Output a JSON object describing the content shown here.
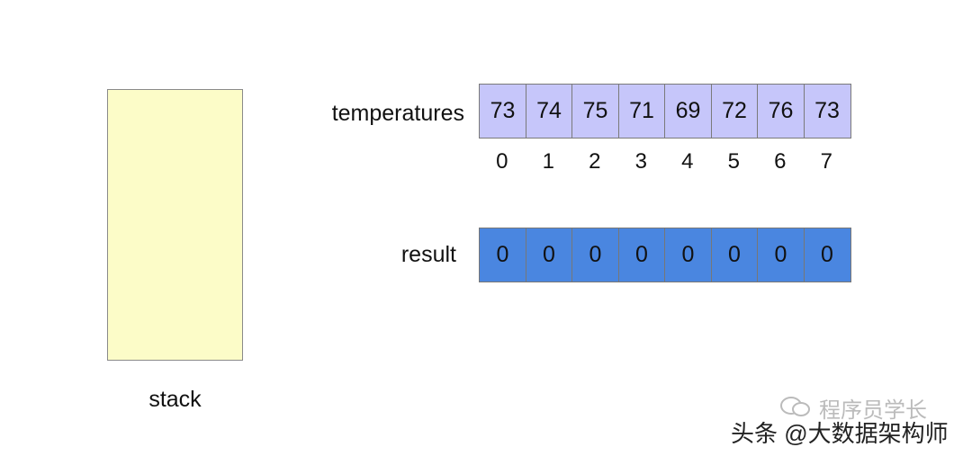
{
  "stack": {
    "label": "stack"
  },
  "temperatures": {
    "label": "temperatures",
    "values": [
      "73",
      "74",
      "75",
      "71",
      "69",
      "72",
      "76",
      "73"
    ],
    "indices": [
      "0",
      "1",
      "2",
      "3",
      "4",
      "5",
      "6",
      "7"
    ]
  },
  "result": {
    "label": "result",
    "values": [
      "0",
      "0",
      "0",
      "0",
      "0",
      "0",
      "0",
      "0"
    ]
  },
  "colors": {
    "stack_fill": "#fcfcc8",
    "temperature_cell": "#c6c6fa",
    "result_cell": "#4a86e0"
  },
  "watermark": {
    "faint_text": "程序员学长",
    "text": "头条 @大数据架构师"
  }
}
